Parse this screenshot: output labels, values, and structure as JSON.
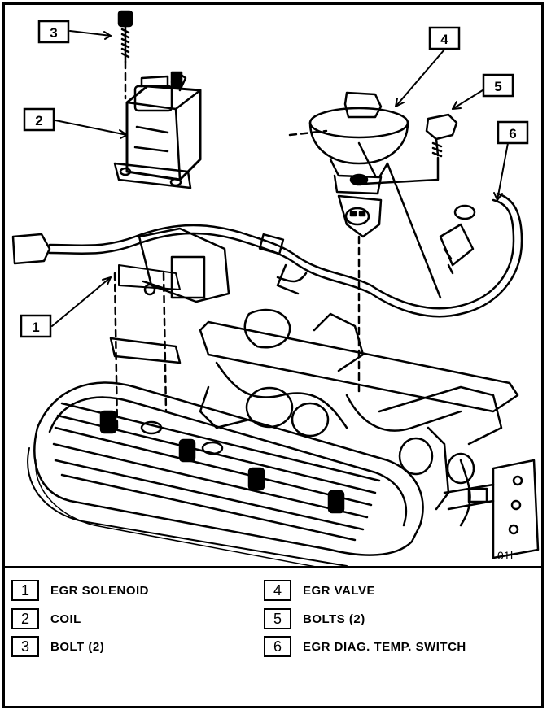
{
  "callouts": [
    {
      "id": "callout-1",
      "label": "1"
    },
    {
      "id": "callout-2",
      "label": "2"
    },
    {
      "id": "callout-3",
      "label": "3"
    },
    {
      "id": "callout-4",
      "label": "4"
    },
    {
      "id": "callout-5",
      "label": "5"
    },
    {
      "id": "callout-6",
      "label": "6"
    }
  ],
  "legend": [
    {
      "num": "1",
      "text": "EGR SOLENOID"
    },
    {
      "num": "2",
      "text": "COIL"
    },
    {
      "num": "3",
      "text": "BOLT (2)"
    },
    {
      "num": "4",
      "text": "EGR VALVE"
    },
    {
      "num": "5",
      "text": "BOLTS (2)"
    },
    {
      "num": "6",
      "text": "EGR DIAG. TEMP. SWITCH"
    }
  ],
  "colors": {
    "ink": "#000000",
    "paper": "#ffffff"
  }
}
